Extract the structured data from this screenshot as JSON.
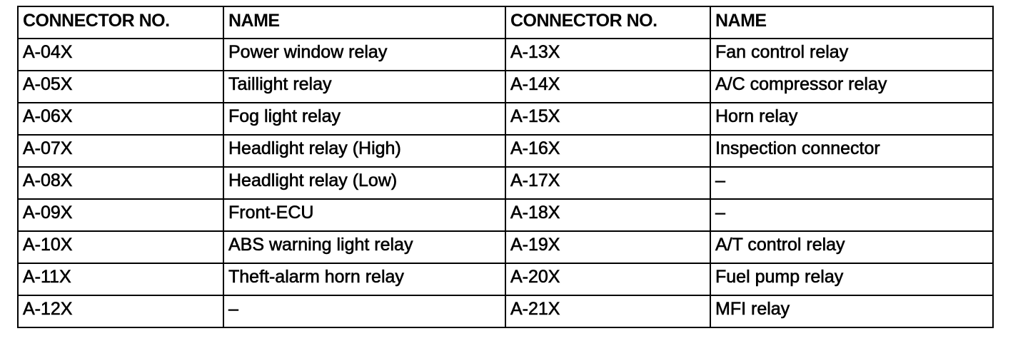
{
  "table": {
    "headers": [
      "CONNECTOR NO.",
      "NAME",
      "CONNECTOR NO.",
      "NAME"
    ],
    "rows": [
      [
        "A-04X",
        "Power window relay",
        "A-13X",
        "Fan control relay"
      ],
      [
        "A-05X",
        "Taillight relay",
        "A-14X",
        "A/C compressor relay"
      ],
      [
        "A-06X",
        "Fog light relay",
        "A-15X",
        "Horn relay"
      ],
      [
        "A-07X",
        "Headlight relay (High)",
        "A-16X",
        "Inspection connector"
      ],
      [
        "A-08X",
        "Headlight relay (Low)",
        "A-17X",
        "–"
      ],
      [
        "A-09X",
        "Front-ECU",
        "A-18X",
        "–"
      ],
      [
        "A-10X",
        "ABS warning light relay",
        "A-19X",
        "A/T control relay"
      ],
      [
        "A-11X",
        "Theft-alarm horn relay",
        "A-20X",
        "Fuel pump relay"
      ],
      [
        "A-12X",
        "–",
        "A-21X",
        "MFI relay"
      ]
    ]
  }
}
